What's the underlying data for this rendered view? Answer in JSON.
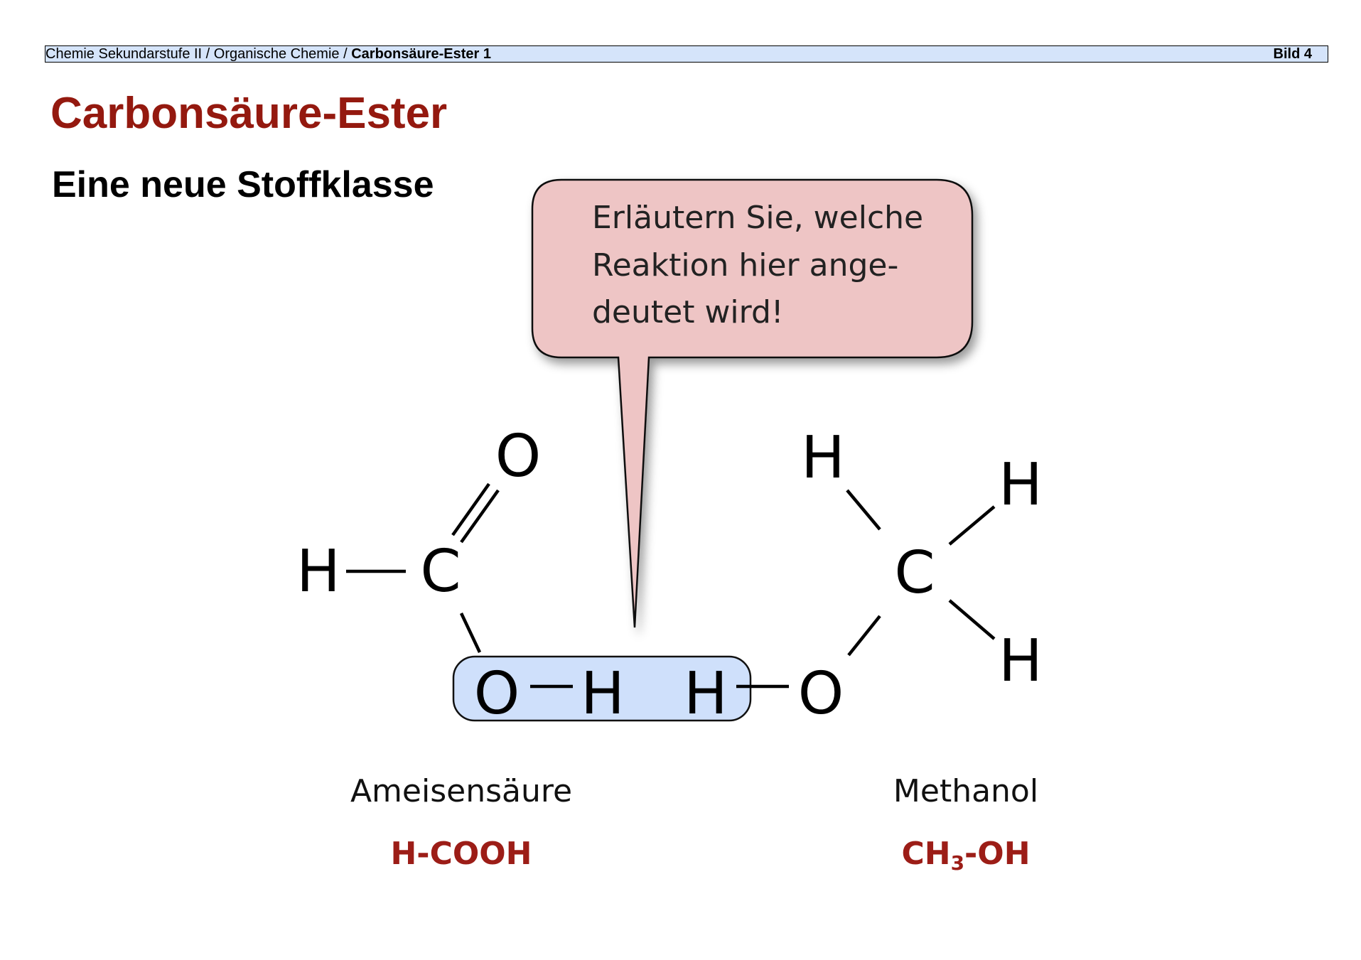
{
  "header": {
    "breadcrumb_prefix": "Chemie Sekundarstufe II / Organische Chemie / ",
    "breadcrumb_current": "Carbonsäure-Ester 1",
    "page_label": "Bild 4"
  },
  "title": "Carbonsäure-Ester",
  "subtitle": "Eine neue Stoffklasse",
  "callout": {
    "lines": [
      "Erläutern Sie, welche",
      "Reaktion hier ange-",
      "deutet wird!"
    ]
  },
  "formic_acid": {
    "atoms": {
      "h_left": "H",
      "c": "C",
      "o_top": "O",
      "o_bottom": "O",
      "h_bottom": "H"
    },
    "name": "Ameisensäure",
    "formula": "H-COOH"
  },
  "methanol": {
    "atoms": {
      "h_top": "H",
      "h_upper_right": "H",
      "c": "C",
      "h_lower_right": "H",
      "h_left": "H",
      "o": "O"
    },
    "name": "Methanol",
    "formula": {
      "part1": "CH",
      "subscript": "3",
      "part2": "-OH"
    }
  },
  "colors": {
    "title": "#94190f",
    "formula": "#9c1d17",
    "header_bg": "#d5e4fa",
    "callout_bg": "#eec5c5",
    "highlight_bg": "#cfe0fb"
  }
}
